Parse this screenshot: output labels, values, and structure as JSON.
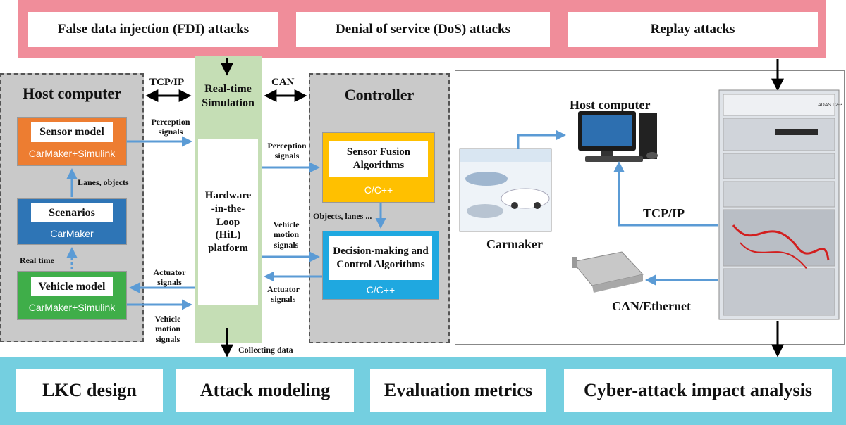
{
  "attacks": {
    "fdi": "False data injection (FDI) attacks",
    "dos": "Denial of service (DoS) attacks",
    "replay": "Replay attacks"
  },
  "host_panel": {
    "title": "Host computer",
    "sensor_model": {
      "label": "Sensor model",
      "sub": "CarMaker+Simulink"
    },
    "scenarios": {
      "label": "Scenarios",
      "sub": "CarMaker"
    },
    "vehicle_model": {
      "label": "Vehicle model",
      "sub": "CarMaker+Simulink"
    },
    "lanes_objects": "Lanes, objects",
    "real_time": "Real time"
  },
  "center": {
    "tcp_ip": "TCP/IP",
    "can": "CAN",
    "realtime_sim": "Real-time Simulation",
    "hil_lines": [
      "Hardware",
      "-in-the-",
      "Loop",
      "(HiL)",
      "platform"
    ],
    "collecting": "Collecting data",
    "perception_left": [
      "Perception",
      "signals"
    ],
    "perception_right": [
      "Perception",
      "signals"
    ],
    "vehicle_motion_right": [
      "Vehicle",
      "motion",
      "signals"
    ],
    "actuator_left": [
      "Actuator",
      "signals"
    ],
    "vehicle_motion_left": [
      "Vehicle",
      "motion",
      "signals"
    ],
    "actuator_right": [
      "Actuator",
      "signals"
    ],
    "objects_lanes": "Objects, lanes ..."
  },
  "controller_panel": {
    "title": "Controller",
    "fusion": {
      "label": "Sensor Fusion Algorithms",
      "sub": "C/C++"
    },
    "decision": {
      "label": "Decision-making and Control Algorithms",
      "sub": "C/C++"
    }
  },
  "photo_panel": {
    "host_computer": "Host computer",
    "carmaker": "Carmaker",
    "tcp_ip": "TCP/IP",
    "can_ethernet": "CAN/Ethernet",
    "rack_brand": "ADAS  L2-3"
  },
  "tasks": {
    "lkc": "LKC design",
    "attack_modeling": "Attack modeling",
    "metrics": "Evaluation metrics",
    "impact": "Cyber-attack impact analysis"
  },
  "colors": {
    "attack_band": "#f08d9a",
    "task_band": "#74cfe0",
    "sensor_model": "#ed7d31",
    "scenarios": "#2e75b6",
    "vehicle_model": "#3fae49",
    "fusion": "#ffc000",
    "decision": "#1fa8e0",
    "hil": "#c5deb5",
    "arrow_blue": "#5b9bd5"
  }
}
